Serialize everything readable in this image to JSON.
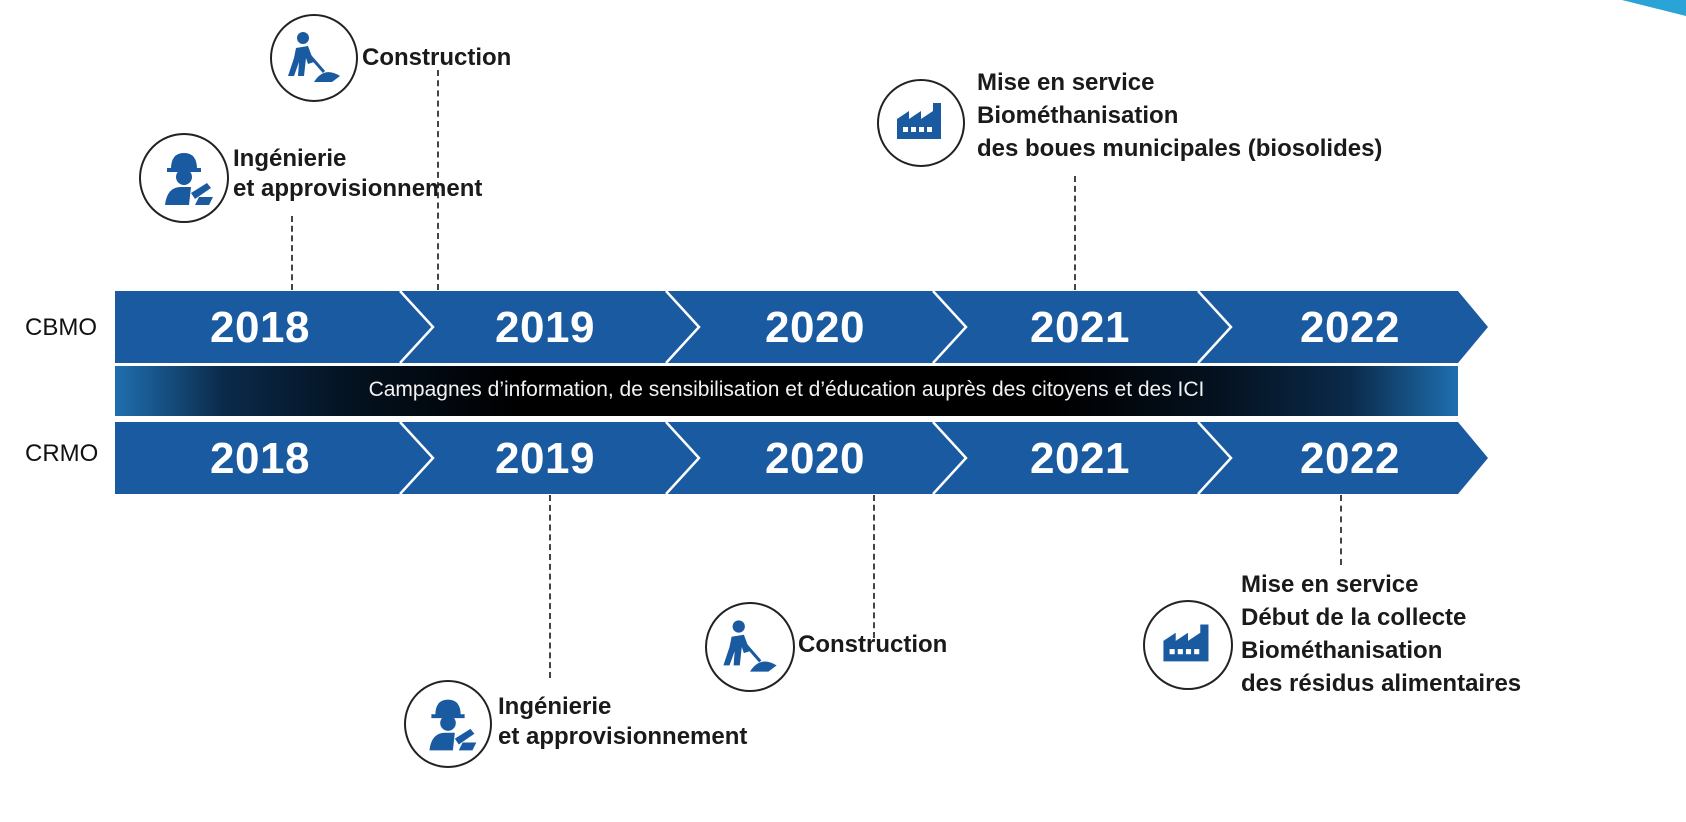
{
  "rows": [
    {
      "label": "CBMO",
      "years": [
        "2018",
        "2019",
        "2020",
        "2021",
        "2022"
      ]
    },
    {
      "label": "CRMO",
      "years": [
        "2018",
        "2019",
        "2020",
        "2021",
        "2022"
      ]
    }
  ],
  "campaign": "Campagnes d’information, de sensibilisation et d’éducation auprès des citoyens et des ICI",
  "milestones": {
    "cbmo_engineering": [
      "Ingénierie",
      "et approvisionnement"
    ],
    "cbmo_construction": [
      "Construction"
    ],
    "cbmo_service": [
      "Mise en service",
      "Biométhanisation",
      "des boues municipales (biosolides)"
    ],
    "crmo_engineering": [
      "Ingénierie",
      "et approvisionnement"
    ],
    "crmo_construction": [
      "Construction"
    ],
    "crmo_service": [
      "Mise en service",
      "Début de la collecte",
      "Biométhanisation",
      "des résidus alimentaires"
    ]
  },
  "icons": {
    "engineer": "engineer-icon",
    "worker": "construction-worker-icon",
    "factory": "factory-icon"
  },
  "colors": {
    "arrow": "#1a5aa0",
    "text": "#1a1a1a",
    "accent": "#2aa3d6"
  }
}
